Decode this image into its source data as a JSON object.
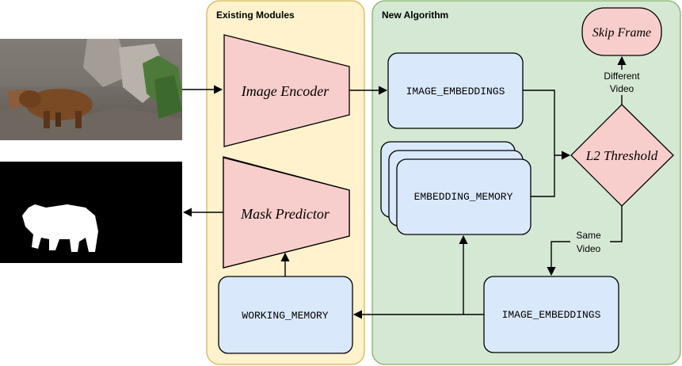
{
  "groups": {
    "existing": "Existing Modules",
    "new": "New Algorithm"
  },
  "nodes": {
    "image_encoder": "Image Encoder",
    "mask_predictor": "Mask Predictor",
    "image_embeddings_top": "IMAGE_EMBEDDINGS",
    "embedding_memory": "EMBEDDING_MEMORY",
    "image_embeddings_bottom": "IMAGE_EMBEDDINGS",
    "working_memory": "WORKING_MEMORY",
    "l2_threshold": "L2 Threshold",
    "skip_frame": "Skip Frame"
  },
  "edge_labels": {
    "different_line1": "Different",
    "different_line2": "Video",
    "same_line1": "Same",
    "same_line2": "Video"
  },
  "images": {
    "input_frame": "bear-photo",
    "output_mask": "bear-mask"
  },
  "colors": {
    "existing_fill": "#fff2cc",
    "existing_stroke": "#d6b656",
    "new_fill": "#d5e8d4",
    "new_stroke": "#82b366",
    "module_fill": "#f8cecc",
    "memory_fill": "#dae8fc"
  }
}
